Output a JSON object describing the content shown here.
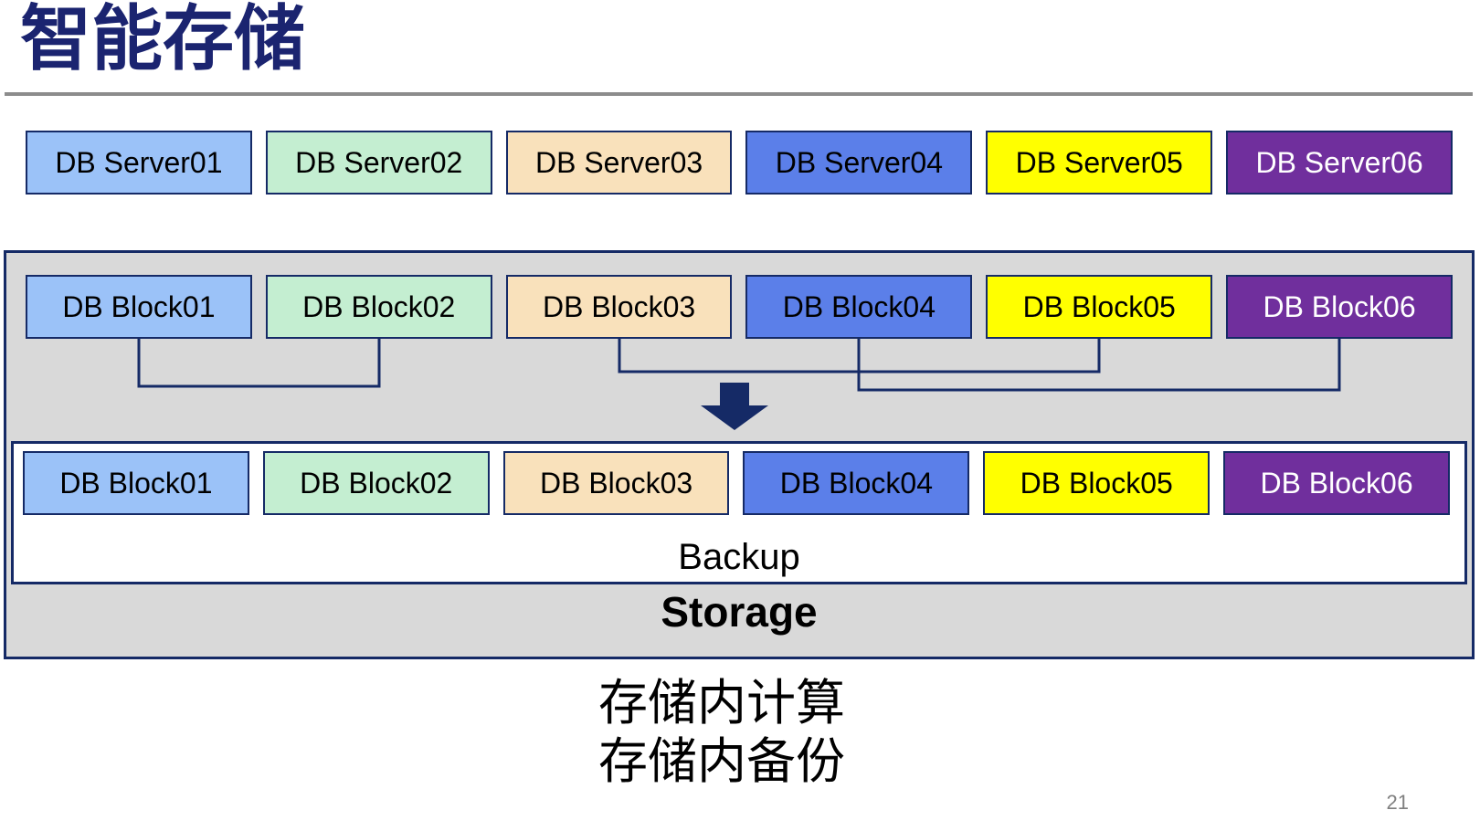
{
  "slide": {
    "title": "智能存储",
    "page_number": "21",
    "caption": [
      "存储内计算",
      "存储内备份"
    ]
  },
  "colors": {
    "title": "#1B2470",
    "navy": "#152A66",
    "rule_gray": "#8C8C8C",
    "container_fill": "#D9D9D9",
    "page_number_gray": "#808080"
  },
  "icons": {
    "arrow": "down-arrow"
  },
  "servers": [
    {
      "label": "DB Server01",
      "fill": "#9BC2F8",
      "text": "#000000"
    },
    {
      "label": "DB Server02",
      "fill": "#C4EED1",
      "text": "#000000"
    },
    {
      "label": "DB Server03",
      "fill": "#F9E1BB",
      "text": "#000000"
    },
    {
      "label": "DB Server04",
      "fill": "#5B7FE9",
      "text": "#000000"
    },
    {
      "label": "DB Server05",
      "fill": "#FFFF00",
      "text": "#000000"
    },
    {
      "label": "DB Server06",
      "fill": "#702F9D",
      "text": "#FFFFFF"
    }
  ],
  "storage_container": {
    "blocks_source": [
      {
        "label": "DB Block01",
        "fill": "#9BC2F8",
        "text": "#000000"
      },
      {
        "label": "DB Block02",
        "fill": "#C4EED1",
        "text": "#000000"
      },
      {
        "label": "DB Block03",
        "fill": "#F9E1BB",
        "text": "#000000"
      },
      {
        "label": "DB Block04",
        "fill": "#5B7FE9",
        "text": "#000000"
      },
      {
        "label": "DB Block05",
        "fill": "#FFFF00",
        "text": "#000000"
      },
      {
        "label": "DB Block06",
        "fill": "#702F9D",
        "text": "#FFFFFF"
      }
    ],
    "blocks_backup": [
      {
        "label": "DB Block01",
        "fill": "#9BC2F8",
        "text": "#000000"
      },
      {
        "label": "DB Block02",
        "fill": "#C4EED1",
        "text": "#000000"
      },
      {
        "label": "DB Block03",
        "fill": "#F9E1BB",
        "text": "#000000"
      },
      {
        "label": "DB Block04",
        "fill": "#5B7FE9",
        "text": "#000000"
      },
      {
        "label": "DB Block05",
        "fill": "#FFFF00",
        "text": "#000000"
      },
      {
        "label": "DB Block06",
        "fill": "#702F9D",
        "text": "#FFFFFF"
      }
    ],
    "backup_label": "Backup",
    "storage_label": "Storage"
  }
}
